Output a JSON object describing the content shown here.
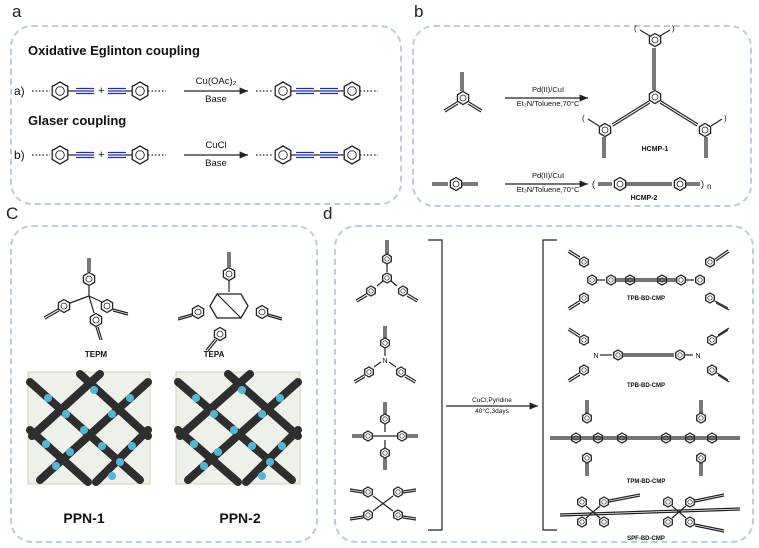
{
  "panels": {
    "a": {
      "label": "a",
      "title1": "Oxidative Eglinton coupling",
      "title2": "Glaser coupling",
      "row_a": "a)",
      "row_b": "b)",
      "plus": "+",
      "cond_a_top": "Cu(OAc)₂",
      "cond_a_bottom": "Base",
      "cond_b_top": "CuCl",
      "cond_b_bottom": "Base"
    },
    "b": {
      "label": "b",
      "cond1_top": "Pd(II)/CuI",
      "cond1_bottom": "Et₃N/Toluene,70°C",
      "prod1": "HCMP-1",
      "cond2_top": "Pd(II)/CuI",
      "cond2_bottom": "Et₃N/Toluene,70°C",
      "prod2": "HCMP-2",
      "n": "n"
    },
    "c": {
      "label": "C",
      "mol1": "TEPM",
      "mol2": "TEPA",
      "net1": "PPN-1",
      "net2": "PPN-2"
    },
    "d": {
      "label": "d",
      "cond_top": "CuCl,Pyridine",
      "cond_bottom": "40°C,3days",
      "N": "N",
      "p1": "TPB-BD-CMP",
      "p2": "TPB-BD-CMP",
      "p3": "TPM-BD-CMP",
      "p4": "SPF-BD-CMP"
    }
  },
  "colors": {
    "panel_border": "#b9cce6",
    "alkyne_blue": "#1e2ec9",
    "network_dark": "#1a1a1a",
    "network_cyan": "#4fb8d6"
  }
}
